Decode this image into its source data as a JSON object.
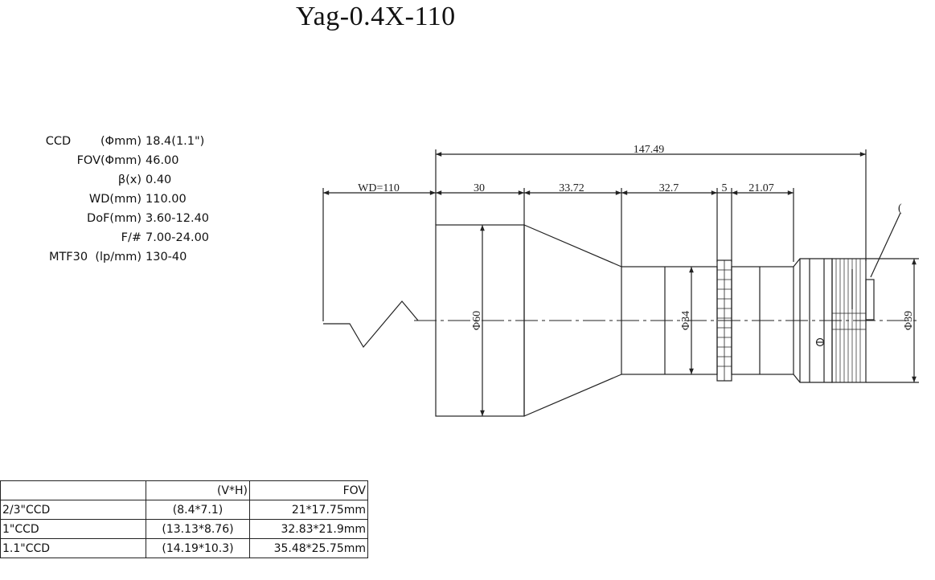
{
  "title": "Yag-0.4X-110",
  "specs": [
    {
      "label": "CCD        (Φmm)",
      "value": "18.4(1.1\")"
    },
    {
      "label": "FOV(Φmm)",
      "value": "46.00"
    },
    {
      "label": "β(x)",
      "value": "0.40"
    },
    {
      "label": "WD(mm)",
      "value": "110.00"
    },
    {
      "label": "DoF(mm)",
      "value": "3.60-12.40"
    },
    {
      "label": "F/#",
      "value": "7.00-24.00"
    },
    {
      "label": "MTF30  (lp/mm)",
      "value": "130-40"
    }
  ],
  "drawing": {
    "overall_length": "147.49",
    "wd": "WD=110",
    "segments": [
      "30",
      "33.72",
      "32.7",
      "5",
      "21.07"
    ],
    "diameters": [
      "Φ60",
      "Φ34",
      "Φ39"
    ],
    "callout": "("
  },
  "fov_table": {
    "headers": [
      "",
      "(V*H)",
      "FOV"
    ],
    "rows": [
      [
        "2/3\"CCD",
        "(8.4*7.1)",
        "21*17.75mm"
      ],
      [
        "1\"CCD",
        "(13.13*8.76)",
        "32.83*21.9mm"
      ],
      [
        "1.1\"CCD",
        "(14.19*10.3)",
        "35.48*25.75mm"
      ]
    ]
  }
}
